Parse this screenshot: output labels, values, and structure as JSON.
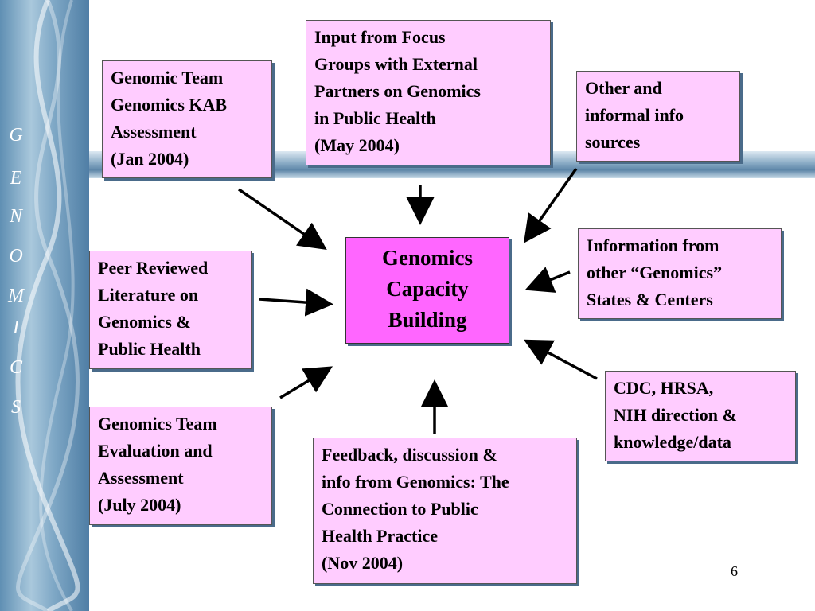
{
  "banner": {
    "letters": [
      "G",
      "E",
      "N",
      "O",
      "M",
      "I",
      "C",
      "S"
    ]
  },
  "center": {
    "lines": [
      "Genomics",
      "Capacity",
      "Building"
    ]
  },
  "nodes": {
    "genomic_team_kab": {
      "lines": [
        "Genomic Team",
        "Genomics KAB",
        "Assessment",
        "(Jan 2004)"
      ]
    },
    "focus_groups": {
      "lines": [
        "Input from Focus",
        "Groups with External",
        "Partners on Genomics",
        "in Public Health",
        "(May 2004)"
      ]
    },
    "other_informal": {
      "lines": [
        "Other and",
        "informal info",
        "sources"
      ]
    },
    "peer_reviewed": {
      "lines": [
        "Peer Reviewed",
        "Literature on",
        "Genomics &",
        "Public Health"
      ]
    },
    "other_states": {
      "lines": [
        "Information from",
        "other “Genomics”",
        "States & Centers"
      ]
    },
    "team_evaluation": {
      "lines": [
        "Genomics Team",
        "Evaluation and",
        "Assessment",
        "(July 2004)"
      ]
    },
    "cdc_hrsa_nih": {
      "lines": [
        "CDC, HRSA,",
        "NIH direction &",
        "knowledge/data"
      ]
    },
    "feedback": {
      "lines": [
        "Feedback, discussion &",
        "info from Genomics:  The",
        "Connection to Public",
        "Health Practice",
        "(Nov 2004)"
      ]
    }
  },
  "page_number": "6"
}
